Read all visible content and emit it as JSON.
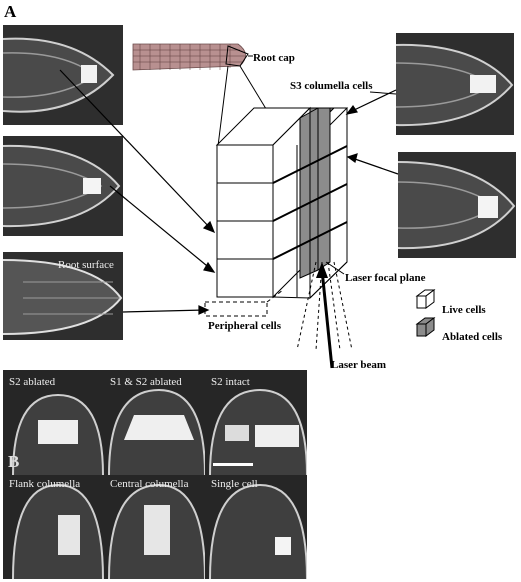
{
  "panels": {
    "a": "A",
    "b": "B"
  },
  "labels": {
    "root_cap": "Root cap",
    "s3": "S3 columella cells",
    "laser_focal_plane": "Laser focal plane",
    "laser_beam": "Laser beam",
    "peripheral": "Peripheral cells",
    "root_surface": "Root surface",
    "live": "Live cells",
    "ablated": "Ablated cells"
  },
  "micro_b": {
    "s2_ablated": "S2 ablated",
    "s1s2_ablated": "S1 & S2 ablated",
    "s2_intact": "S2 intact",
    "flank": "Flank columella",
    "central": "Central columella",
    "single": "Single cell"
  },
  "colors": {
    "ablated": "#8c8c8c",
    "live": "#ffffff",
    "micro_bg": "#3a3a3a"
  }
}
